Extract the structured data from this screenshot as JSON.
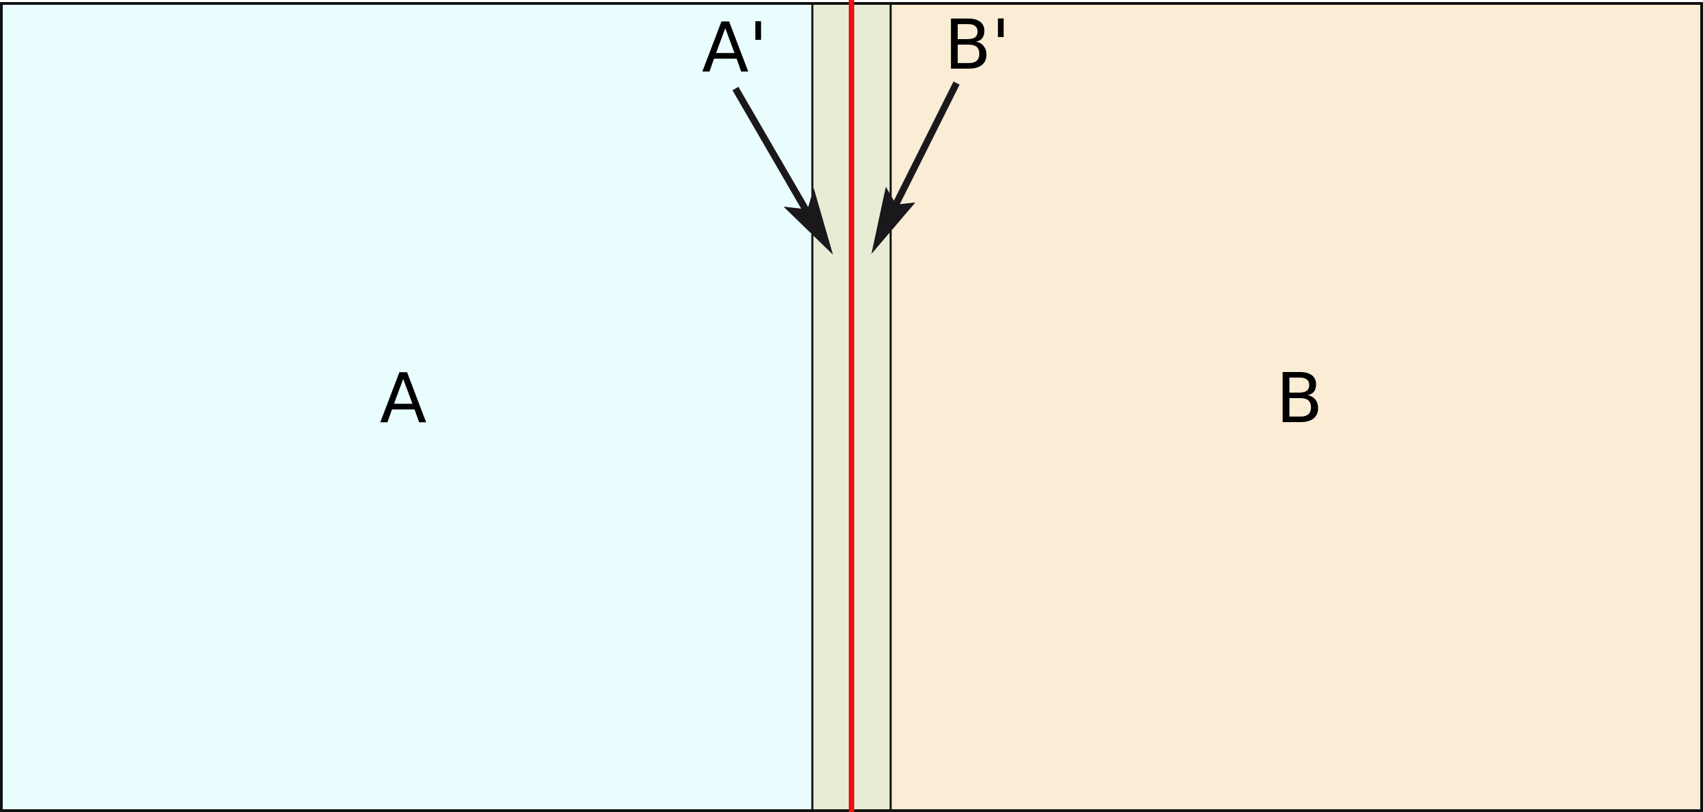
{
  "regions": {
    "a": {
      "label": "A",
      "fill": "#e9fdff"
    },
    "b": {
      "label": "B",
      "fill": "#fbecd5"
    },
    "overlap": {
      "fill": "#e8ecd4"
    }
  },
  "pointers": {
    "a_prime": {
      "label": "A'"
    },
    "b_prime": {
      "label": "B'"
    }
  },
  "colors": {
    "outline": "#111111",
    "boundary_line": "#ee1111",
    "arrow": "#1a181b"
  }
}
